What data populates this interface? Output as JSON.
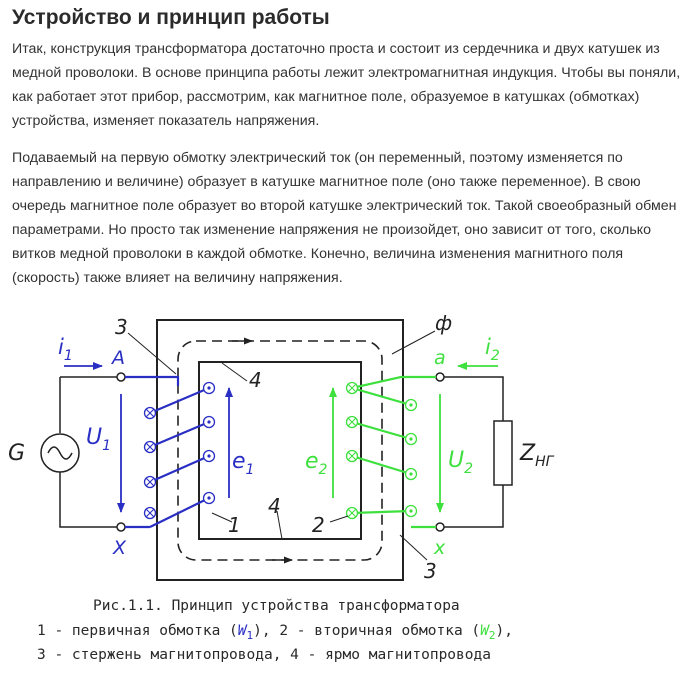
{
  "article": {
    "heading": "Устройство и принцип работы",
    "paragraphs": [
      "Итак, конструкция трансформатора достаточно проста и состоит из сердечника и двух катушек из медной проволоки. В основе принципа работы лежит электромагнитная индукция. Чтобы вы поняли, как работает этот прибор, рассмотрим, как магнитное поле, образуемое в катушках (обмотках) устройства, изменяет показатель напряжения.",
      "Подаваемый на первую обмотку электрический ток (он переменный, поэтому изменяется по направлению и величине) образует в катушке магнитное поле (оно также переменное). В свою очередь магнитное поле образует во второй катушке электрический ток. Такой своеобразный обмен параметрами. Но просто так изменение напряжения не произойдет, оно зависит от того, сколько витков медной проволоки в каждой обмотке. Конечно, величина изменения магнитного поля (скорость) также влияет на величину напряжения."
    ]
  },
  "figure": {
    "labels": {
      "i1": "i",
      "i1_sub": "1",
      "A": "A",
      "X": "X",
      "G": "G",
      "U1": "U",
      "U1_sub": "1",
      "e1": "e",
      "e1_sub": "1",
      "e2": "e",
      "e2_sub": "2",
      "U2": "U",
      "U2_sub": "2",
      "i2": "i",
      "i2_sub": "2",
      "a": "a",
      "x": "x",
      "Z": "Z",
      "Z_sub": "НГ",
      "phi": "ф",
      "n3_top": "3",
      "n3_bottom": "3",
      "n4_top": "4",
      "n4_bottom": "4",
      "n1": "1",
      "n2": "2"
    },
    "caption": {
      "line1": "Рис.1.1. Принцип устройства трансформатора",
      "line2_a": "1 - первичная обмотка (",
      "line2_w1": "W",
      "line2_w1_sub": "1",
      "line2_b": "),  2 - вторичная обмотка (",
      "line2_w2": "W",
      "line2_w2_sub": "2",
      "line2_c": "),",
      "line3": "3 - стержень магнитопровода, 4 - ярмо магнитопровода"
    },
    "colors": {
      "primary": "#2a2fc4",
      "secondary": "#3ee03e",
      "outline": "#222222"
    }
  }
}
